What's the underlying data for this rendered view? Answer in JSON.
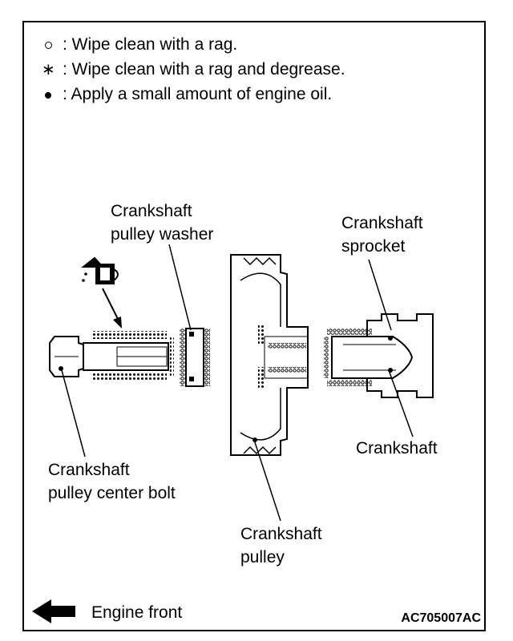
{
  "legend": [
    {
      "symbol": "circle-icon",
      "text": ": Wipe clean with a rag."
    },
    {
      "symbol": "asterisk-icon",
      "text": ": Wipe clean with a rag and degrease."
    },
    {
      "symbol": "dot-icon",
      "text": ": Apply a small amount of engine oil."
    }
  ],
  "labels": {
    "washer_line1": "Crankshaft",
    "washer_line2": "pulley washer",
    "sprocket_line1": "Crankshaft",
    "sprocket_line2": "sprocket",
    "bolt_line1": "Crankshaft",
    "bolt_line2": "pulley center bolt",
    "crankshaft": "Crankshaft",
    "pulley_line1": "Crankshaft",
    "pulley_line2": "pulley",
    "engine_front": "Engine front"
  },
  "figure_code": "AC705007AC",
  "legend_symbols": {
    "star": "∗"
  }
}
